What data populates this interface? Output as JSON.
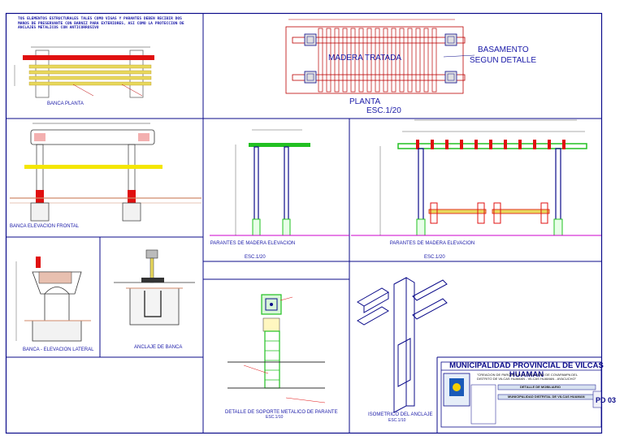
{
  "notes": {
    "header_note": "TOS ELEMENTOS ESTRUCTURALES TALES COMO VIGAS Y PARANTES DEBEN RECIBIR DOS MANOS DE PRESERVANTE CON BARNIZ PARA EXTERIORES, ASI COMO LA PROTECCION DE ANCLAJES METALICOS CON ANTICORROSIVO"
  },
  "views": {
    "banca_planta": "BANCA PLANTA",
    "banca_elevacion_frontal": "BANCA ELEVACION FRONTAL",
    "banca_elevacion_lateral": "BANCA - ELEVACION LATERAL",
    "anclaje_de_banca": "ANCLAJE DE BANCA",
    "parantes_elevacion_1": "PARANTES DE MADERA ELEVACION",
    "parantes_elevacion_1_scale": "ESC.1/20",
    "parantes_elevacion_2": "PARANTES DE MADERA ELEVACION",
    "parantes_elevacion_2_scale": "ESC.1/20",
    "detalle_soporte": "DETALLE DE SOPORTE METALICO DE PARANTE",
    "detalle_soporte_scale": "ESC.1/10",
    "isometrico": "ISOMETRICO DEL ANCLAJE",
    "isometrico_scale": "ESC.1/10"
  },
  "plan": {
    "madera_label": "MADERA TRATADA",
    "basamento_line1": "BASAMENTO",
    "basamento_line2": "SEGUN DETALLE",
    "planta_label": "PLANTA",
    "planta_scale": "ESC.1/20"
  },
  "title_block": {
    "municipality": "MUNICIPALIDAD PROVINCIAL DE VILCAS HUAMAN",
    "project": "\"CREACION DE PARQUE EN LA LOCALIDAD DE COVAPAMPA DEL DISTRITO DE VILCAS HUAMAN - VILCAS HUAMAN - AYACUCHO\"",
    "sheet_title": "DETALLE DE MOBILIARIO",
    "entity": "MUNICIPALIDAD DISTRITAL DE VILCAS HUAMAN",
    "sheet_code": "PD 03"
  },
  "colors": {
    "frame": "#0b0b8a",
    "magenta": "#cc00cc",
    "red": "#e01010",
    "green": "#22c022",
    "yellow": "#f4e600",
    "wood": "#e0503a"
  }
}
